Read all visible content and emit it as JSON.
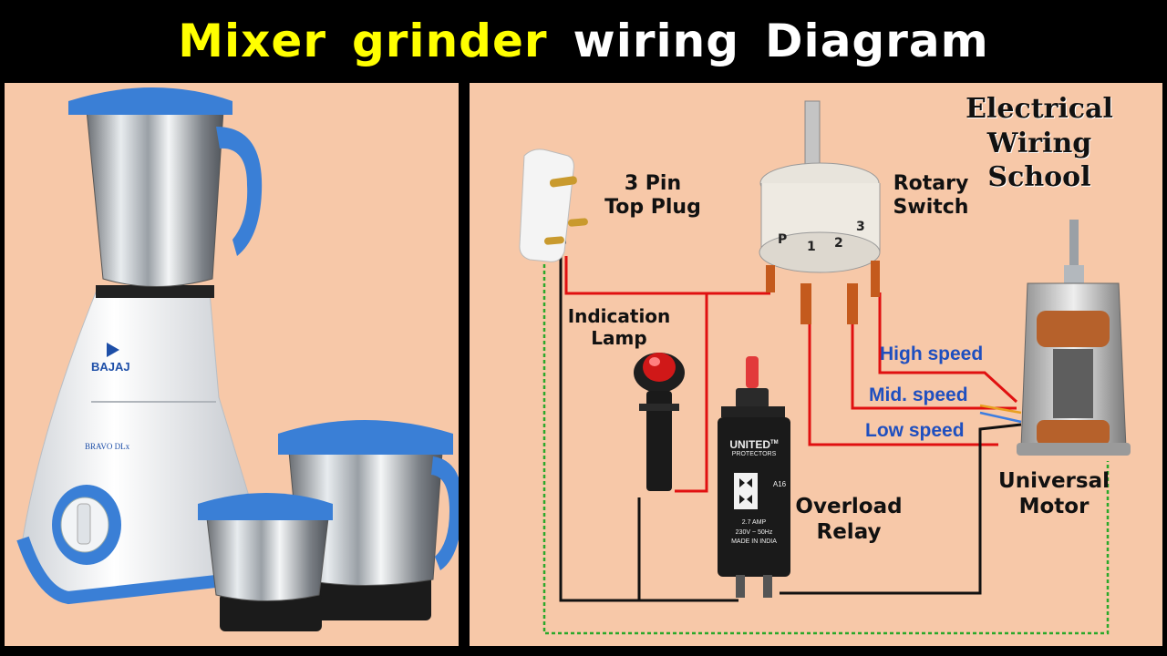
{
  "title": {
    "part1": "Mixer",
    "part2": "grinder",
    "part3": "wiring",
    "part4": "Diagram"
  },
  "brand": {
    "line1": "Electrical Wiring",
    "line2": "School"
  },
  "labels": {
    "plug_line1": "3 Pin",
    "plug_line2": "Top Plug",
    "switch_line1": "Rotary",
    "switch_line2": "Switch",
    "lamp_line1": "Indication",
    "lamp_line2": "Lamp",
    "relay_line1": "Overload",
    "relay_line2": "Relay",
    "motor_line1": "Universal",
    "motor_line2": "Motor"
  },
  "speeds": {
    "high": "High speed",
    "mid": "Mid. speed",
    "low": "Low speed"
  },
  "switch_pins": {
    "p": "P",
    "one": "1",
    "two": "2",
    "three": "3"
  },
  "mixer": {
    "brand": "BAJAJ",
    "model": "BRAVO DLx"
  },
  "relay_face": {
    "brand": "UNITED",
    "tm": "TM",
    "sub": "PROTECTORS",
    "code": "A16",
    "rating1": "2.7 AMP",
    "rating2": "230V ~ 50Hz",
    "origin": "MADE IN INDIA"
  },
  "colors": {
    "title_yellow": "#ffff00",
    "title_white": "#ffffff",
    "panel_bg": "#f7c8a8",
    "live_wire": "#e01010",
    "neutral_wire": "#111111",
    "earth_wire": "#2aa82a",
    "speed_text": "#1f4fbf",
    "mixer_blue": "#3a7fd6"
  }
}
